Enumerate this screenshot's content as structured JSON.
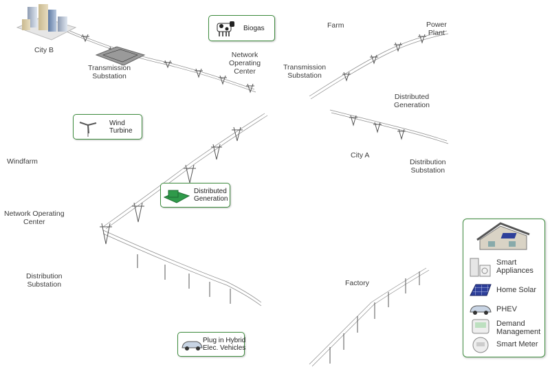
{
  "labels": {
    "city_b": "City B",
    "transmission_substation_left": "Transmission\nSubstation",
    "farm": "Farm",
    "power_plant": "Power\nPlant",
    "network_operating_center_top": "Network\nOperating\nCenter",
    "transmission_substation_center": "Transmission\nSubstation",
    "distributed_generation_right": "Distributed\nGeneration",
    "windfarm": "Windfarm",
    "city_a": "City A",
    "distribution_substation_right": "Distribution\nSubstation",
    "network_operating_center_left": "Network Operating\nCenter",
    "distribution_substation_left": "Distribution\nSubstation",
    "factory": "Factory"
  },
  "callouts": {
    "biogas": "Biogas",
    "wind_turbine": "Wind\nTurbine",
    "distributed_generation": "Distributed\nGeneration",
    "plug_in_hybrid": "Plug in Hybrid\nElec. Vehicles"
  },
  "legend": {
    "items": [
      {
        "label": "Smart\nAppliances",
        "icon": "appliances-icon"
      },
      {
        "label": "Home Solar",
        "icon": "solar-panel-icon"
      },
      {
        "label": "PHEV",
        "icon": "car-icon"
      },
      {
        "label": "Demand\nManagement",
        "icon": "thermostat-icon"
      },
      {
        "label": "Smart Meter",
        "icon": "meter-icon"
      }
    ]
  },
  "colors": {
    "accent_green": "#3d8b3d",
    "grass": "#3a6e2a",
    "road": "#2a2a2a",
    "solar_blue": "#2d3f9a"
  }
}
